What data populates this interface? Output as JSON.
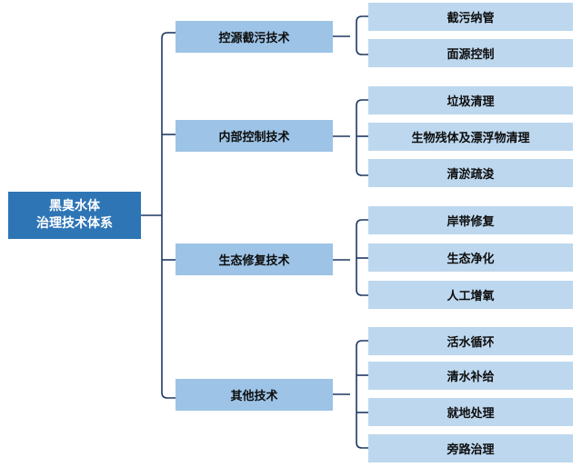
{
  "root": {
    "line1": "黑臭水体",
    "line2": "治理技术体系"
  },
  "categories": [
    {
      "label": "控源截污技术",
      "items": [
        "截污纳管",
        "面源控制"
      ]
    },
    {
      "label": "内部控制技术",
      "items": [
        "垃圾清理",
        "生物残体及漂浮物清理",
        "清淤疏浚"
      ]
    },
    {
      "label": "生态修复技术",
      "items": [
        "岸带修复",
        "生态净化",
        "人工增氧"
      ]
    },
    {
      "label": "其他技术",
      "items": [
        "活水循环",
        "清水补给",
        "就地处理",
        "旁路治理"
      ]
    }
  ],
  "colors": {
    "root_fill": "#2e75b6",
    "category_fill": "#9dc3e6",
    "leaf_fill": "#bdd7ee",
    "connector": "#1f3864"
  }
}
